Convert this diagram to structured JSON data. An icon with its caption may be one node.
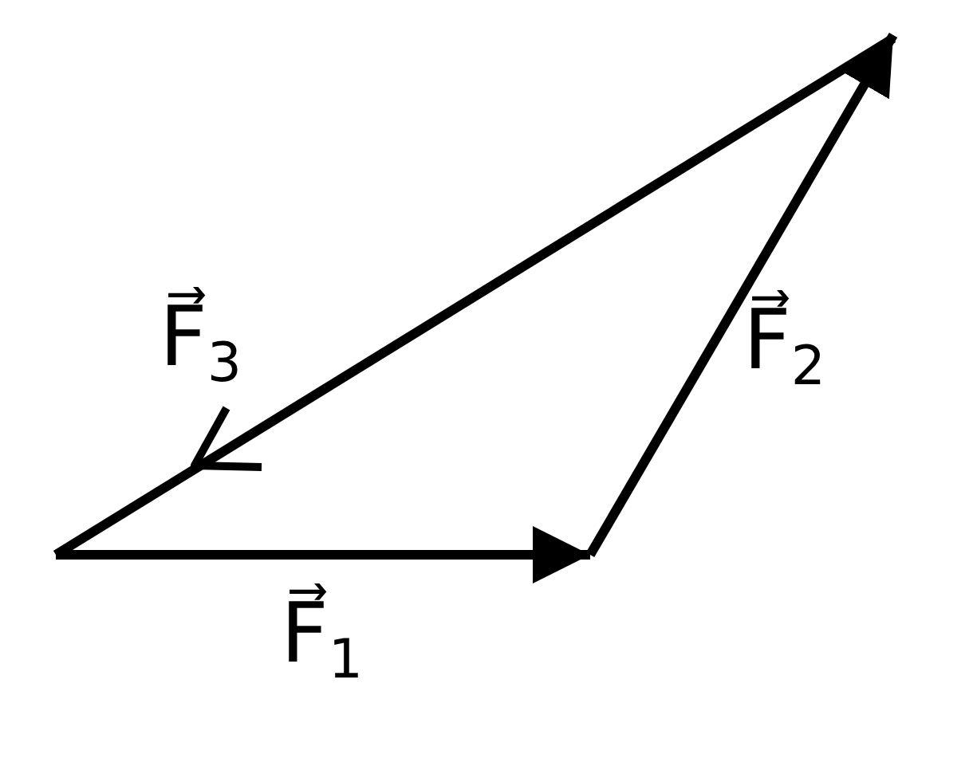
{
  "diagram": {
    "labels": [
      "F⃗$_{3}$",
      "F⃗$_{2}$",
      "F⃗$_{1}$"
    ]
  }
}
